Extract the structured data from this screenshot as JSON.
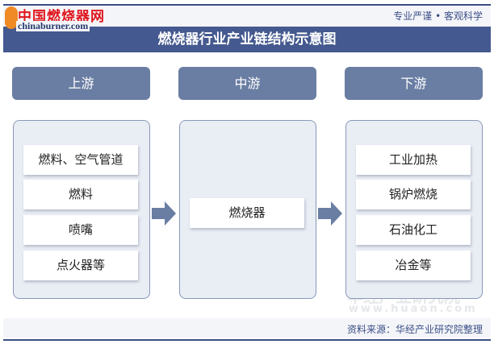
{
  "header": {
    "logo_text": "中国燃烧器网",
    "logo_url_text": "chinaburner.com",
    "slogan": "专业严谨 • 客观科学",
    "title": "燃烧器行业产业链结构示意图"
  },
  "stages": [
    {
      "label": "上游",
      "items": [
        "燃料、空气管道",
        "燃料",
        "喷嘴",
        "点火器等"
      ]
    },
    {
      "label": "中游",
      "items": [
        "燃烧器"
      ]
    },
    {
      "label": "下游",
      "items": [
        "工业加热",
        "锅炉燃烧",
        "石油化工",
        "冶金等"
      ]
    }
  ],
  "watermark": {
    "name": "华经产业研究院",
    "url": "www.huaon.com"
  },
  "footer": {
    "source": "资料来源：华经产业研究院整理"
  },
  "colors": {
    "title_band": "#44598f",
    "stage_header": "#6a7ea3",
    "panel_fill": "#e9edf4",
    "arrow": "#6a7ea3"
  }
}
